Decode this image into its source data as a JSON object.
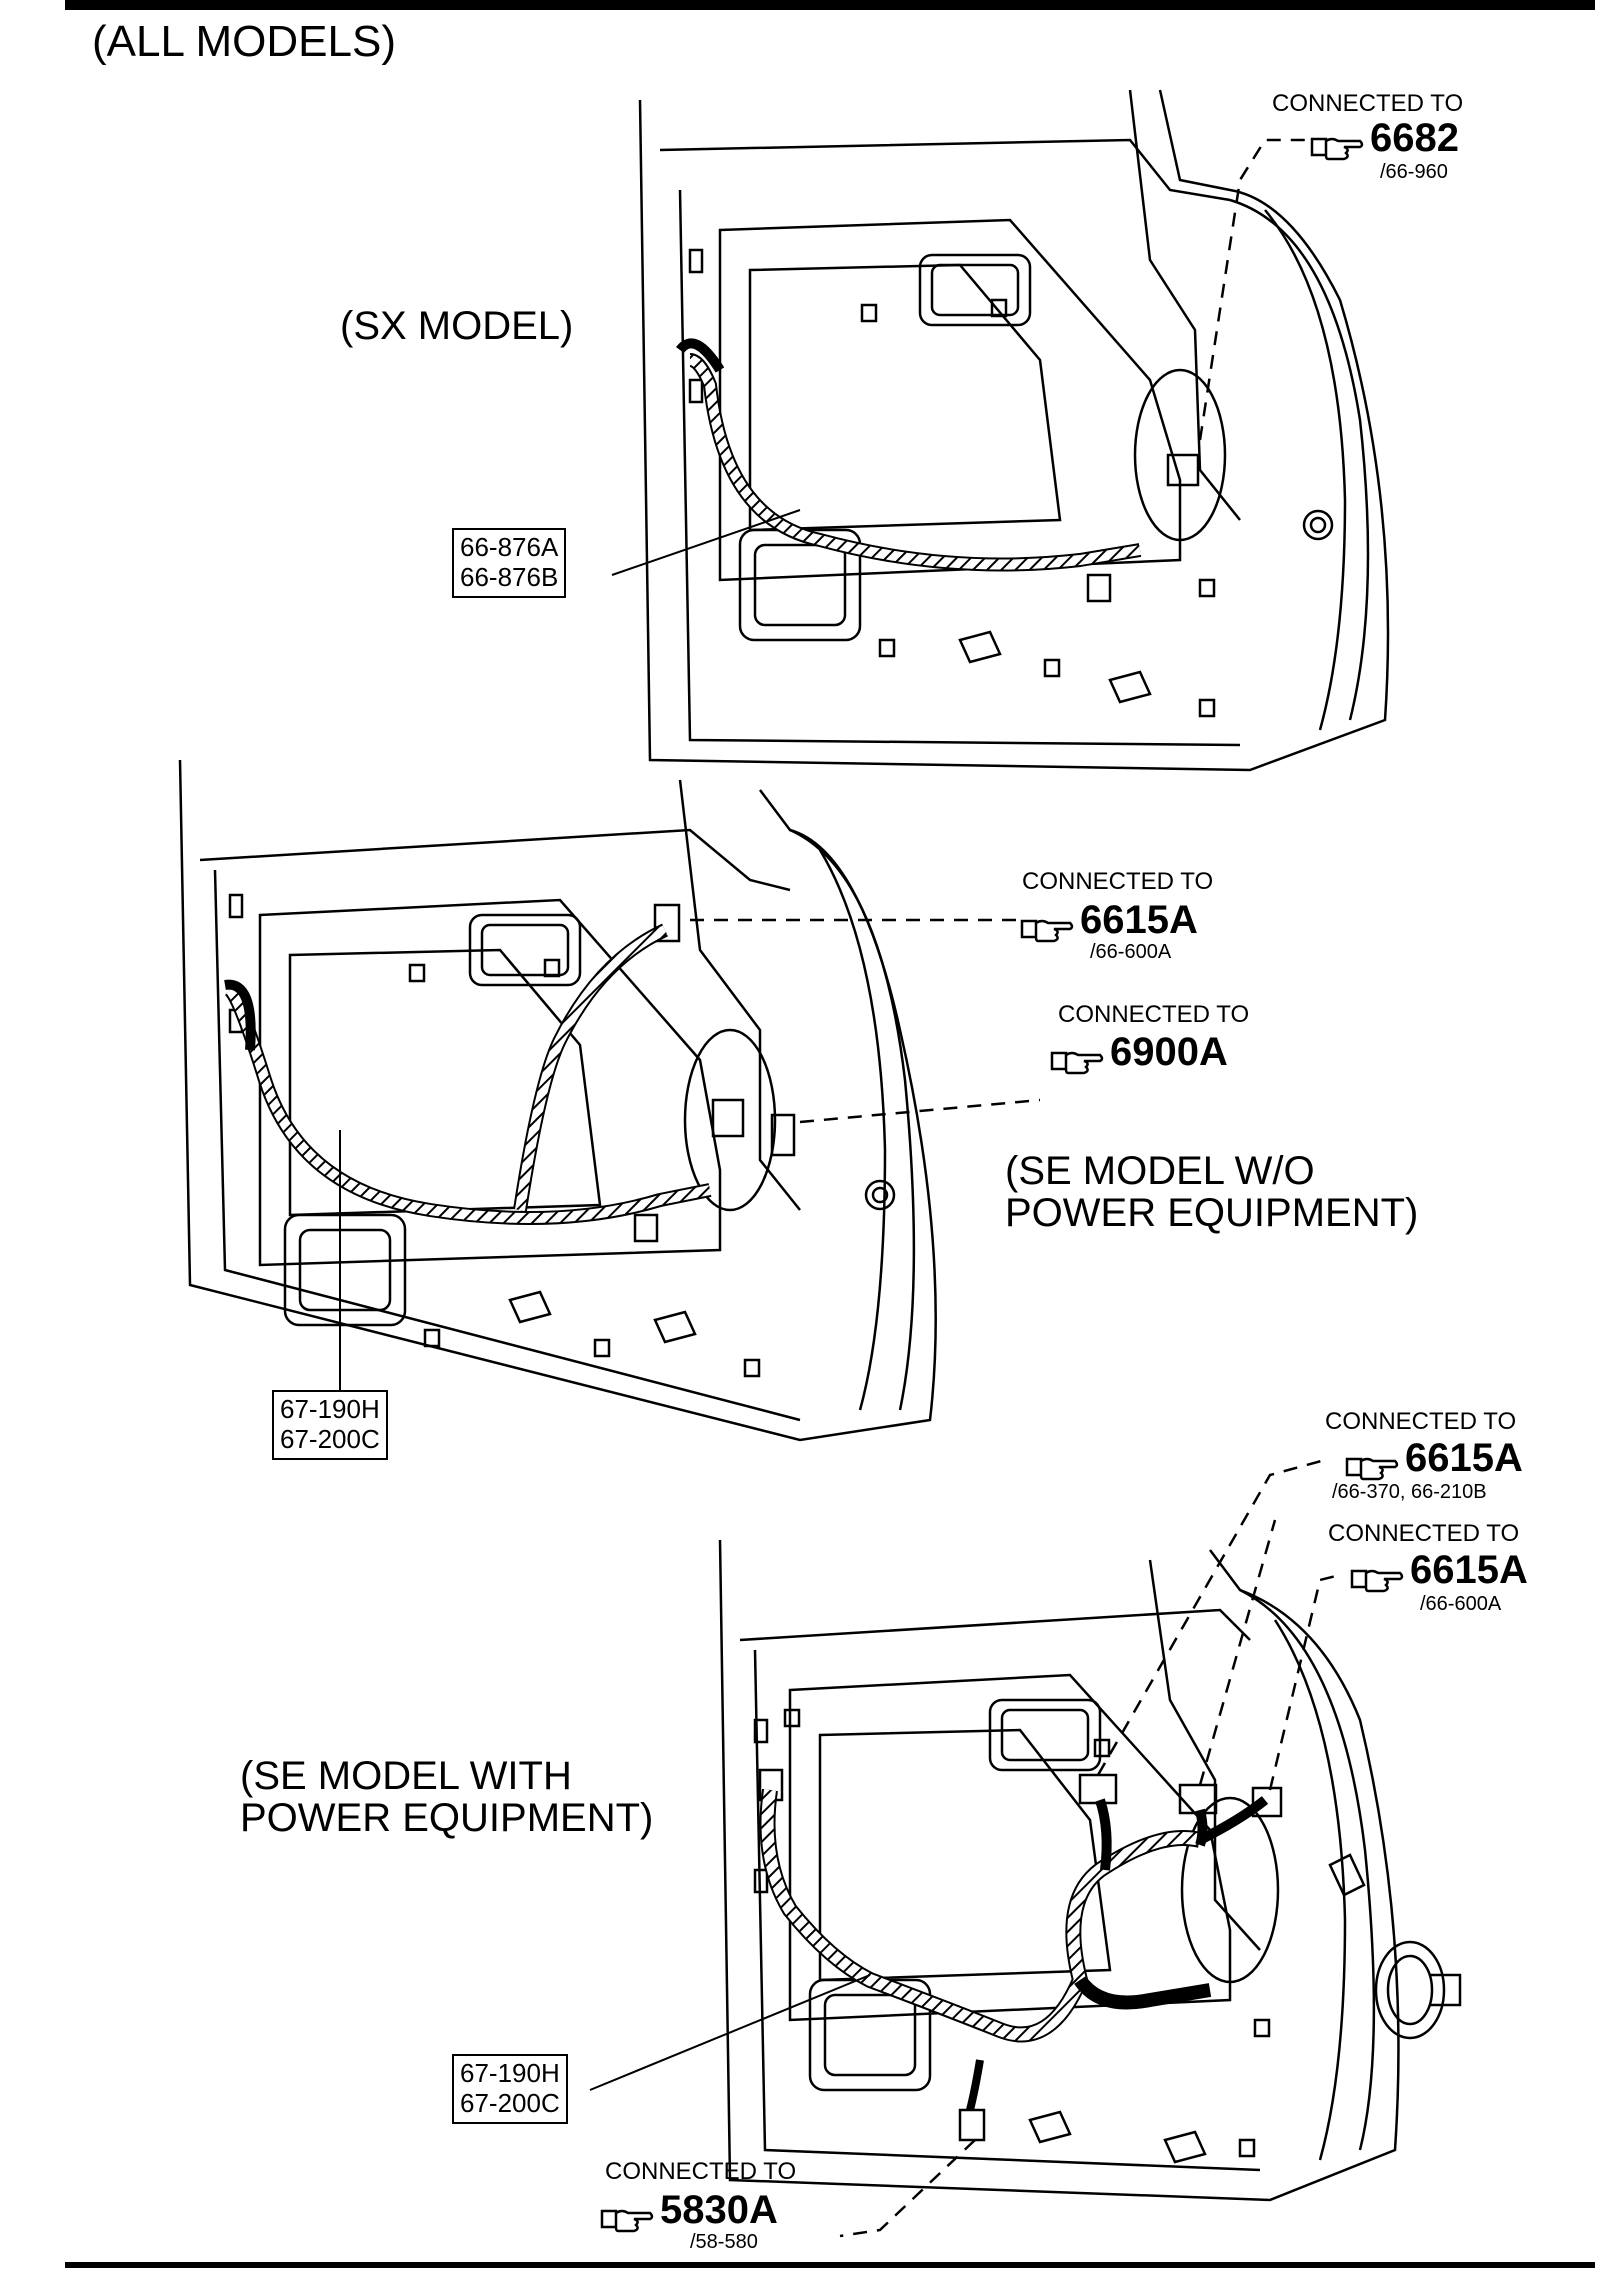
{
  "heading": "(ALL MODELS)",
  "sections": [
    {
      "id": "sx",
      "model_label": "(SX MODEL)",
      "part_box": [
        "66-876A",
        "66-876B"
      ],
      "connections": [
        {
          "label": "CONNECTED TO",
          "code": "6682",
          "sub": "/66-960"
        }
      ]
    },
    {
      "id": "se-wo",
      "model_label_lines": [
        "(SE MODEL W/O",
        "POWER EQUIPMENT)"
      ],
      "part_box": [
        "67-190H",
        "67-200C"
      ],
      "connections": [
        {
          "label": "CONNECTED TO",
          "code": "6615A",
          "sub": "/66-600A"
        },
        {
          "label": "CONNECTED TO",
          "code": "6900A",
          "sub": ""
        }
      ]
    },
    {
      "id": "se-with",
      "model_label_lines": [
        "(SE MODEL WITH",
        "POWER EQUIPMENT)"
      ],
      "part_box": [
        "67-190H",
        "67-200C"
      ],
      "connections": [
        {
          "label": "CONNECTED TO",
          "code": "6615A",
          "sub": "/66-370, 66-210B"
        },
        {
          "label": "CONNECTED TO",
          "code": "6615A",
          "sub": "/66-600A"
        },
        {
          "label": "CONNECTED TO",
          "code": "5830A",
          "sub": "/58-580"
        }
      ]
    }
  ],
  "icons": {
    "reference": "pointing-hand-icon"
  },
  "colors": {
    "ink": "#000000",
    "paper": "#ffffff"
  }
}
